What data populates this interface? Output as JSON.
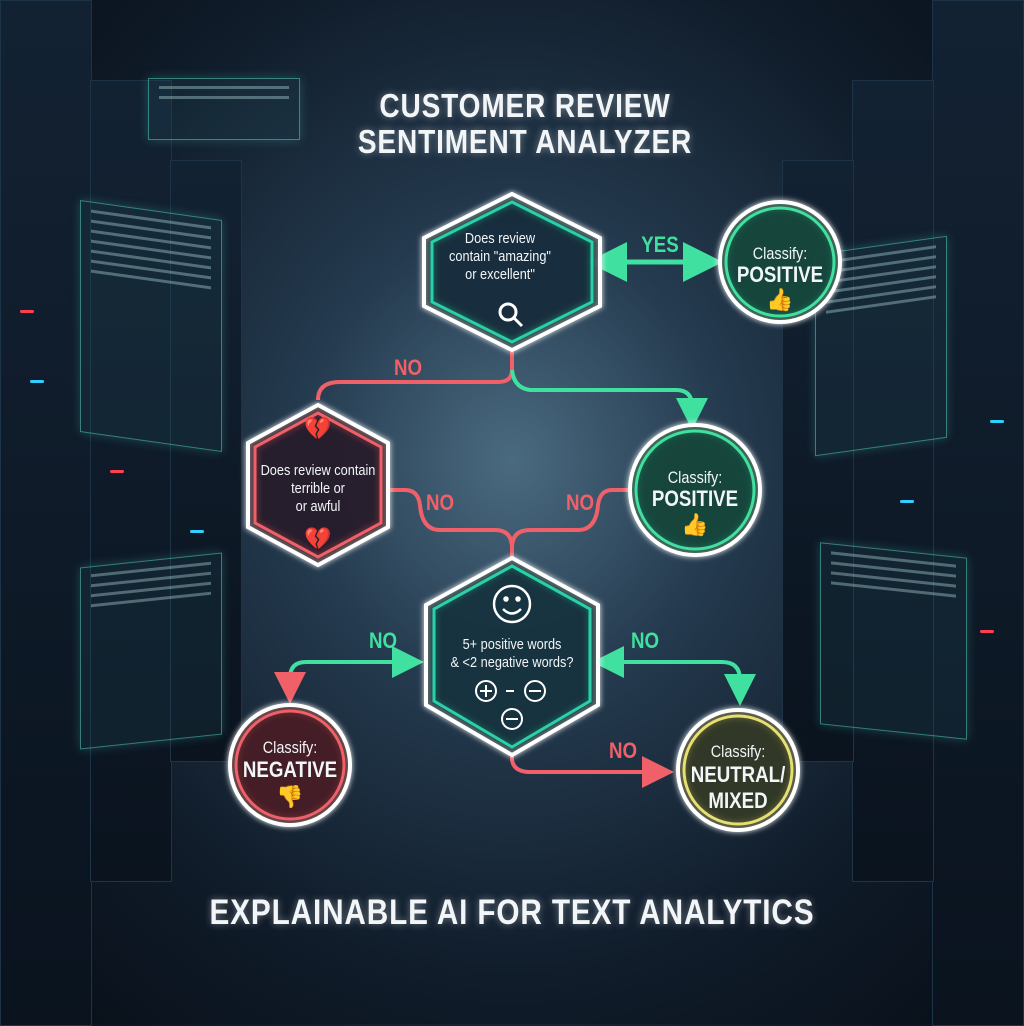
{
  "title": {
    "line1": "CUSTOMER REVIEW",
    "line2": "SENTIMENT ANALYZER"
  },
  "nodes": {
    "q1": {
      "lines": [
        "Does review",
        "contain \"amazing\"",
        "or excellent\""
      ],
      "icon": "magnifier-icon"
    },
    "q2": {
      "lines": [
        "Does review contain",
        "terrible or",
        "or awful"
      ],
      "icon": "broken-heart-icon"
    },
    "q3": {
      "lines": [
        "5+ positive words",
        "& <2 negative words?"
      ],
      "icon": "smiley-icon",
      "symbols": [
        "+",
        "−",
        "−",
        "−"
      ]
    },
    "positive1": {
      "label": "Classify:",
      "value": "POSITIVE",
      "icon": "thumbs-up-icon"
    },
    "positive2": {
      "label": "Classify:",
      "value": "POSITIVE",
      "icon": "thumbs-up-icon"
    },
    "negative": {
      "label": "Classify:",
      "value": "NEGATIVE",
      "icon": "thumbs-down-icon"
    },
    "neutral": {
      "label": "Classify:",
      "value_line1": "NEUTRAL/",
      "value_line2": "MIXED"
    }
  },
  "edges": {
    "yes": "YES",
    "no1": "NO",
    "no2": "NO",
    "no3": "NO",
    "no4": "NO",
    "no5": "NO",
    "no6": "NO"
  },
  "colors": {
    "green": "#3fe0a0",
    "red": "#f06068",
    "yellow": "#e6e070",
    "teal": "#2ad0a8"
  },
  "footer": "EXPLAINABLE AI FOR TEXT ANALYTICS"
}
